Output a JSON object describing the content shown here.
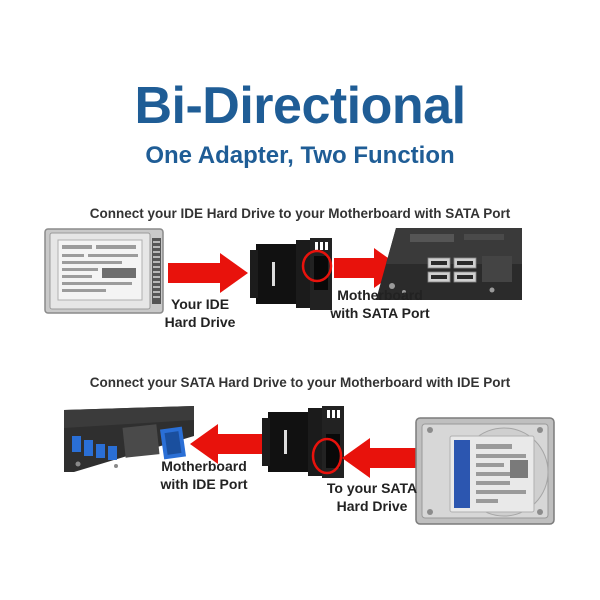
{
  "header": {
    "title": "Bi-Directional",
    "subtitle": "One Adapter, Two Function"
  },
  "section_ide_to_sata": {
    "heading": "Connect your IDE Hard Drive to your Motherboard with SATA Port",
    "source_label_line1": "Your IDE",
    "source_label_line2": "Hard Drive",
    "target_label_line1": "Motherboard",
    "target_label_line2": "with SATA Port"
  },
  "section_sata_to_ide": {
    "heading": "Connect your SATA Hard Drive to your Motherboard with IDE Port",
    "target_label_line1": "Motherboard",
    "target_label_line2": "with IDE Port",
    "source_label_line1": "To your SATA",
    "source_label_line2": "Hard Drive"
  },
  "colors": {
    "title_blue": "#1f5d96",
    "arrow_red": "#e8120c",
    "highlight_red": "#e8120c"
  }
}
